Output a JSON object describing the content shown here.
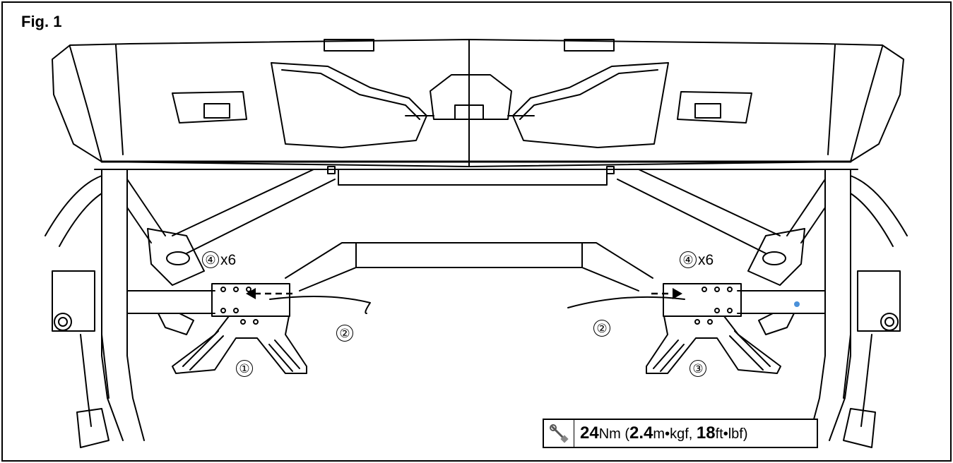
{
  "figure": {
    "title": "Fig. 1"
  },
  "callouts": {
    "part1": "①",
    "part2_left": "②",
    "part2_right": "②",
    "part3": "③",
    "part4": "④",
    "qty4": "x6"
  },
  "torque": {
    "nm_value": "24",
    "nm_unit": "Nm (",
    "kgf_value": "2.4",
    "kgf_unit": "m•kgf, ",
    "lbf_value": "18",
    "lbf_unit": "ft•lbf)",
    "icon": "torque-wrench-icon"
  },
  "colors": {
    "line": "#000000",
    "marker_dot": "#4a90d9"
  }
}
